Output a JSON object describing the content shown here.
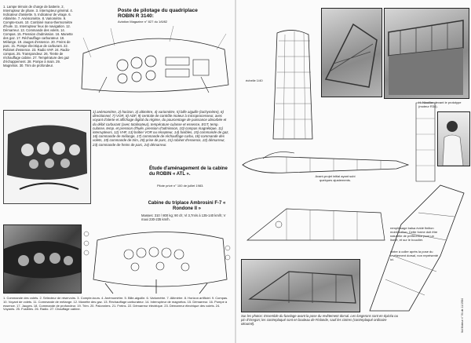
{
  "left": {
    "legend_top": "1. Lampe témoin de charge de batterie. 2. Interrupteur de phare. 3. Interrupteur général. 4. Indicateur d'assiette. 5. Indicateur de virage. 6. Altimètre. 7. Anémomètre. 8. Variomètre. 9. Compte-tours. 10. Combiné mano-thermomètre d'huile. 11. Interrupteur feux de navigation. 12. Démarreur. 13. Commande des volets. 14. Compas. 15. Pression d'admission. 16. Manette des gaz. 17. Réchauffage carburateur. 18. Mélange. 19. Jauges d'essence. 20. Freins de parc. 21. Pompe électrique de carburant. 22. Robinet d'essence. 23. Radio VHF. 24. Radio-compas. 25. Transpondeur. 26. Tirette de réchauffage cabine. 27. Température des gaz d'échappement. 28. Pompe à main. 29. Magnétos. 30. Trim de profondeur.",
    "title_robin_3140": "Poste de pilotage du quadriplace ROBIN R 3140:",
    "subtitle_robin_3140": "Aviation Magazine n° 827 du 1/6/82",
    "legend_mid": "1) anémomètre, 2) horizon, 3) altimètre, 4) variomètre, 5) bille aiguille (tachymètre), 6) directionnel, 7) VOR, 8) ADF, 9) centrale de contrôle moteur à microprocesseur, avec voyant d'alerte et affichage digital du régime, du pourcentage de puissance absorbée et du débit carburant (avec totalisateur), température culasse et essence, EGT, temp. culasse, temp. et pression d'huile, pression d'admission, 10) compas magnétique, 11) interrupteurs, 12) VHF, 13) boîtier VOR ou récepteur, 14) fusibles, 15) commande de gaz, 16) commande de mélange, 17) commande de réchauffage carbu, 18) commande des volets, 19) commande de trim, 20) prise de parc, 21) robinet d'essence, 22) démarreur, 23) commande de freins de parc, 24) démarreur.",
    "title_etude": "Étude d'aménagement de la cabine du ROBIN « ATL ».",
    "subtitle_etude": "Pilote privé n° 100 de juillet 1983.",
    "title_ambrosini": "Cabine du triplace Ambrosini F-7 « Rondone II »",
    "text_ambrosini": "Masses: 310 / 800 kg; 90 ch; Vi 3,7m/s à 135-140 km/h; V maxi 230-235 km/h.",
    "legend_bottom": "1. Commande des volets. 2. Sélecteur de réservoirs. 3. Compte-tours. 4. Anémomètre. 5. Bille-aiguille. 6. Variomètre. 7. Altimètre. 8. Horizon artificiel. 9. Compas. 10. Voyant de volets. 11. Commande de mélange. 12. Manette des gaz. 13. Réchauffage carburateur. 14. Interrupteur de magnétos. 15. Démarreur. 16. Pompe à essence. 17. Jauges. 18. Commande de profondeur. 19. Trim. 20. Palonniers. 21. Freins. 22. Démarreur électrique. 23. Démarreur électrique des volets. 24. Voyants. 25. Fusibles. 26. Radio. 27. Chauffage cabine."
  },
  "right": {
    "label_echelle": "échelle 1/40",
    "caption_avant": "Avant-projet initial ayant subi quelques ajustements.",
    "caption_nicollier": "H. Nicollier devant le prototype (moteur R34).",
    "caption_remplissage": "remplissage balsa évidé finition mobil-ballon. Cette forme doit être naturelle de préférence pour un liseré, et sur le bouclier.",
    "caption_cintre": "cintre à coller après la pose du revêtement dorsal, non représenté ici.",
    "caption_bottom": "Sur les photos: Ensemble du fuselage avant la pose du revêtement dorsal. Les longerons sont en épicéa ou pin d'Oregon; les contreplaqué sont en bouleau de Finlande, sauf les cintres (contreplaqué ordinaire okoumé).",
    "side_note": "Vol Moteur n° 94 de 11/1984"
  },
  "icons": [
    "aircraft-drawing-icon",
    "instrument-panel-icon",
    "photo-icon"
  ]
}
